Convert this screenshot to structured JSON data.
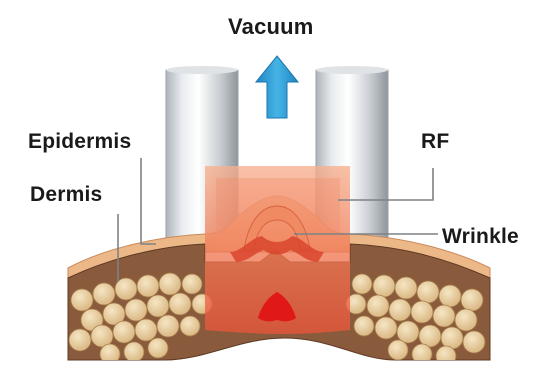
{
  "labels": {
    "vacuum": "Vacuum",
    "epidermis": "Epidermis",
    "dermis": "Dermis",
    "rf": "RF",
    "wrinkle": "Wrinkle"
  },
  "colors": {
    "electrode_light": "#f2f4f6",
    "electrode_dark": "#8e959c",
    "arrow": "#2f9fd6",
    "epidermis": "#e9b07f",
    "dermis": "#8a5a3c",
    "fat_cell": "#e8cf9f",
    "rf_field": "#ee6a4a",
    "wrinkle_core": "#e01818"
  },
  "icons": {
    "arrow": "arrow-up-icon"
  }
}
